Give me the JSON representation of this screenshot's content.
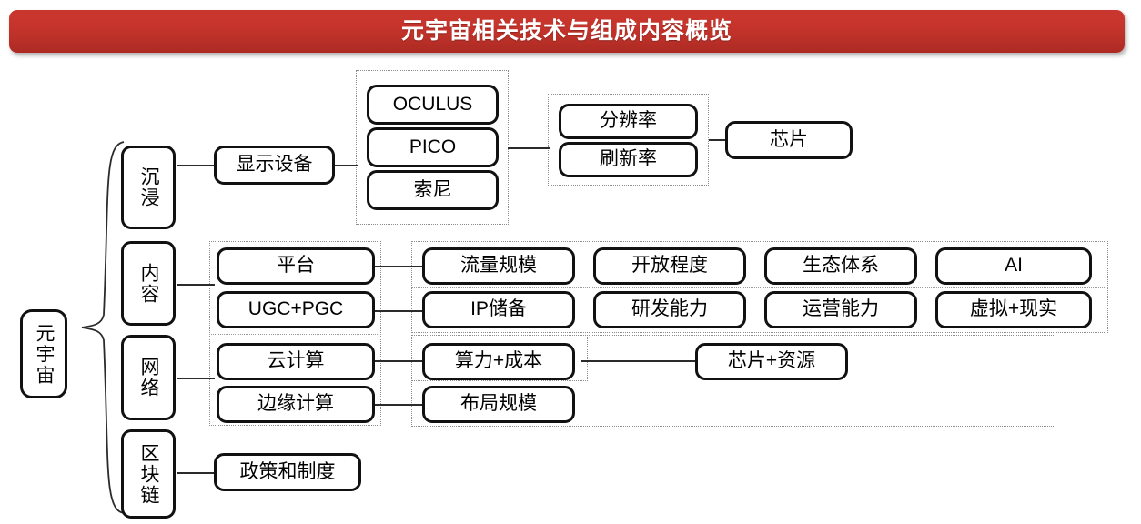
{
  "header": {
    "title": "元宇宙相关技术与组成内容概览",
    "accent_color": "#c2342c",
    "text_color": "#ffffff"
  },
  "diagram": {
    "type": "tree-mindmap",
    "root": {
      "label": "元宇宙"
    },
    "branches": [
      {
        "id": "immersion",
        "label": "沉浸",
        "level2": [
          {
            "label": "显示设备"
          }
        ],
        "level3_group": [
          "OCULUS",
          "PICO",
          "索尼"
        ],
        "level4_group": [
          "分辨率",
          "刷新率"
        ],
        "level5": [
          "芯片"
        ]
      },
      {
        "id": "content",
        "label": "内容",
        "level2": [
          {
            "label": "平台"
          },
          {
            "label": "UGC+PGC"
          }
        ],
        "level3_rows": [
          [
            "流量规模",
            "开放程度",
            "生态体系",
            "AI"
          ],
          [
            "IP储备",
            "研发能力",
            "运营能力",
            "虚拟+现实"
          ]
        ]
      },
      {
        "id": "network",
        "label": "网络",
        "level2": [
          {
            "label": "云计算"
          },
          {
            "label": "边缘计算"
          }
        ],
        "level3_rows": [
          [
            "算力+成本"
          ],
          [
            "布局规模"
          ]
        ],
        "level4": [
          "芯片+资源"
        ]
      },
      {
        "id": "blockchain",
        "label": "区块链",
        "level2": [
          {
            "label": "政策和制度"
          }
        ]
      }
    ]
  },
  "style": {
    "node_border_color": "#111111",
    "group_border_color": "#8c8c8c",
    "connector_color": "#2b2b2b",
    "background": "#ffffff"
  }
}
